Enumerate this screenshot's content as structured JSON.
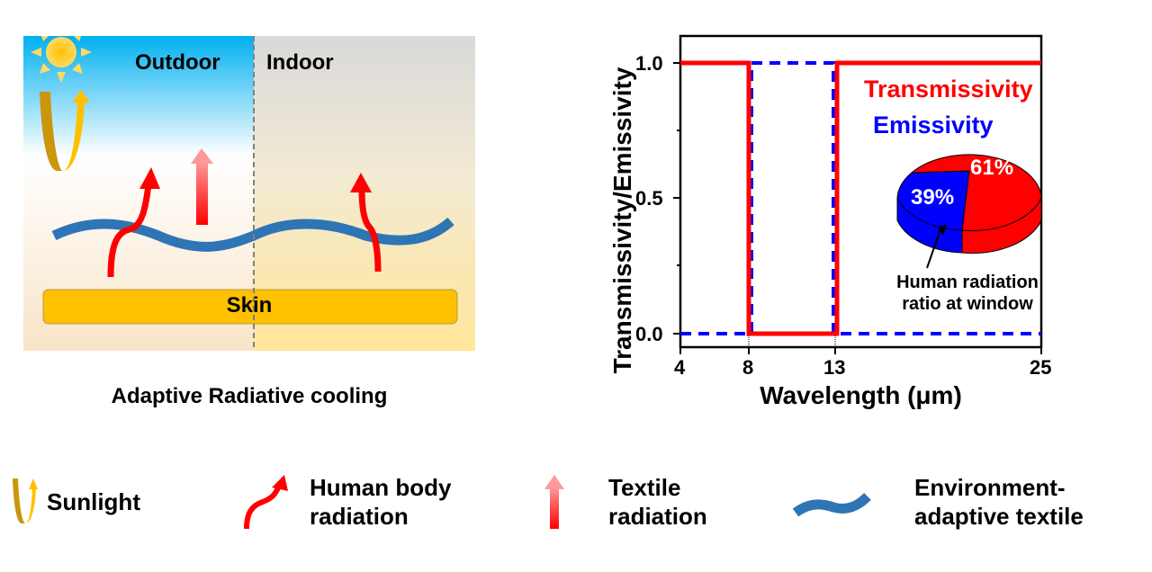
{
  "scene": {
    "outdoor_label": "Outdoor",
    "indoor_label": "Indoor",
    "skin_label": "Skin",
    "caption": "Adaptive Radiative cooling",
    "colors": {
      "sky_top": "#00b0f0",
      "outdoor_bottom": "#f8e4c8",
      "indoor_top": "#d9d9d9",
      "indoor_bottom": "#ffe699",
      "skin": "#ffc000",
      "textile": "#2e75b6",
      "body_radiation": "#ff0000",
      "sun": "#ffc000"
    }
  },
  "chart_data": [
    {
      "type": "line",
      "title": "",
      "xlabel": "Wavelength (μm)",
      "ylabel": "Transmissivity/Emissivity",
      "xlim": [
        4,
        25
      ],
      "ylim": [
        -0.05,
        1.1
      ],
      "xticks": [
        4,
        8,
        13,
        25
      ],
      "yticks": [
        0.0,
        0.5,
        1.0
      ],
      "ytick_labels": [
        "0.0",
        "0.5",
        "1.0"
      ],
      "grid": false,
      "series": [
        {
          "name": "Transmissivity",
          "color": "#ff0000",
          "style": "solid",
          "x": [
            4,
            8,
            8,
            13,
            13,
            25
          ],
          "y": [
            1.0,
            1.0,
            0.0,
            0.0,
            1.0,
            1.0
          ]
        },
        {
          "name": "Emissivity",
          "color": "#0000ff",
          "style": "dashed",
          "x": [
            4,
            8,
            8,
            13,
            13,
            25
          ],
          "y": [
            0.0,
            0.0,
            1.0,
            1.0,
            0.0,
            0.0
          ]
        }
      ],
      "legend": [
        "Transmissivity",
        "Emissivity"
      ],
      "legend_position": "upper right"
    },
    {
      "type": "pie",
      "title": "Human radiation ratio at window",
      "categories": [
        "Transmissivity",
        "Emissivity"
      ],
      "values": [
        61,
        39
      ],
      "labels": [
        "61%",
        "39%"
      ],
      "colors": [
        "#ff0000",
        "#0000ff"
      ]
    }
  ],
  "chart": {
    "ylabel": "Transmissivity/Emissivity",
    "xlabel": "Wavelength (μm)",
    "xtick_labels": [
      "4",
      "8",
      "13",
      "25"
    ],
    "ytick_labels": [
      "0.0",
      "0.5",
      "1.0"
    ],
    "legend_trans": "Transmissivity",
    "legend_emis": "Emissivity",
    "pie_red_label": "61%",
    "pie_blue_label": "39%",
    "pie_note_line1": "Human radiation",
    "pie_note_line2": "ratio at window"
  },
  "legend": {
    "sunlight": "Sunlight",
    "body_line1": "Human body",
    "body_line2": "radiation",
    "textile_line1": "Textile",
    "textile_line2": "radiation",
    "env_line1": "Environment-",
    "env_line2": "adaptive textile"
  }
}
